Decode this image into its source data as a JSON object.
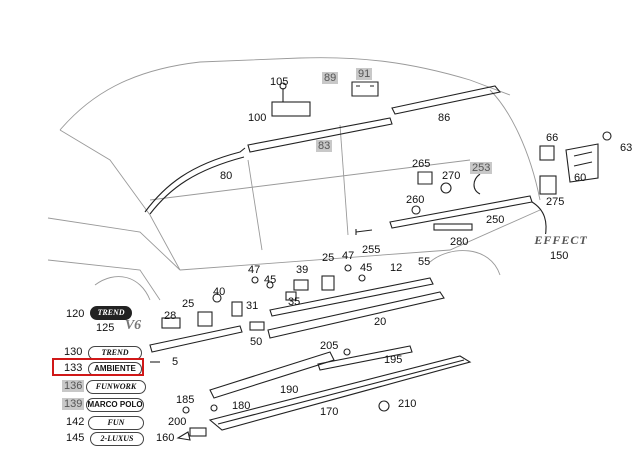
{
  "diagram": {
    "callouts": [
      {
        "id": "105",
        "text": "105"
      },
      {
        "id": "89",
        "text": "89"
      },
      {
        "id": "91",
        "text": "91"
      },
      {
        "id": "100",
        "text": "100"
      },
      {
        "id": "86",
        "text": "86"
      },
      {
        "id": "83",
        "text": "83"
      },
      {
        "id": "66",
        "text": "66"
      },
      {
        "id": "63",
        "text": "63"
      },
      {
        "id": "60",
        "text": "60"
      },
      {
        "id": "80",
        "text": "80"
      },
      {
        "id": "265",
        "text": "265"
      },
      {
        "id": "270",
        "text": "270"
      },
      {
        "id": "253",
        "text": "253"
      },
      {
        "id": "275",
        "text": "275"
      },
      {
        "id": "260",
        "text": "260"
      },
      {
        "id": "250",
        "text": "250"
      },
      {
        "id": "280",
        "text": "280"
      },
      {
        "id": "255",
        "text": "255"
      },
      {
        "id": "150",
        "text": "150"
      },
      {
        "id": "47a",
        "text": "47"
      },
      {
        "id": "45a",
        "text": "45"
      },
      {
        "id": "39",
        "text": "39"
      },
      {
        "id": "25a",
        "text": "25"
      },
      {
        "id": "47b",
        "text": "47"
      },
      {
        "id": "45b",
        "text": "45"
      },
      {
        "id": "12",
        "text": "12"
      },
      {
        "id": "55",
        "text": "55"
      },
      {
        "id": "40",
        "text": "40"
      },
      {
        "id": "35",
        "text": "35"
      },
      {
        "id": "25b",
        "text": "25"
      },
      {
        "id": "31",
        "text": "31"
      },
      {
        "id": "28",
        "text": "28"
      },
      {
        "id": "120",
        "text": "120"
      },
      {
        "id": "125",
        "text": "125"
      },
      {
        "id": "20",
        "text": "20"
      },
      {
        "id": "50",
        "text": "50"
      },
      {
        "id": "130",
        "text": "130"
      },
      {
        "id": "5",
        "text": "5"
      },
      {
        "id": "205",
        "text": "205"
      },
      {
        "id": "195",
        "text": "195"
      },
      {
        "id": "133",
        "text": "133"
      },
      {
        "id": "136",
        "text": "136"
      },
      {
        "id": "190",
        "text": "190"
      },
      {
        "id": "139",
        "text": "139"
      },
      {
        "id": "185",
        "text": "185"
      },
      {
        "id": "180",
        "text": "180"
      },
      {
        "id": "210",
        "text": "210"
      },
      {
        "id": "170",
        "text": "170"
      },
      {
        "id": "142",
        "text": "142"
      },
      {
        "id": "200",
        "text": "200"
      },
      {
        "id": "145",
        "text": "145"
      },
      {
        "id": "160",
        "text": "160"
      }
    ],
    "badges": {
      "b130": "TREND",
      "b133": "AMBIENTE",
      "b136": "FUNWORK",
      "b139": "MARCO POLO",
      "b142": "FUN",
      "b145": "2-LUXUS",
      "b120": "TREND",
      "v6": "V6",
      "effect": "EFFECT"
    },
    "highlighted_part": "133"
  }
}
